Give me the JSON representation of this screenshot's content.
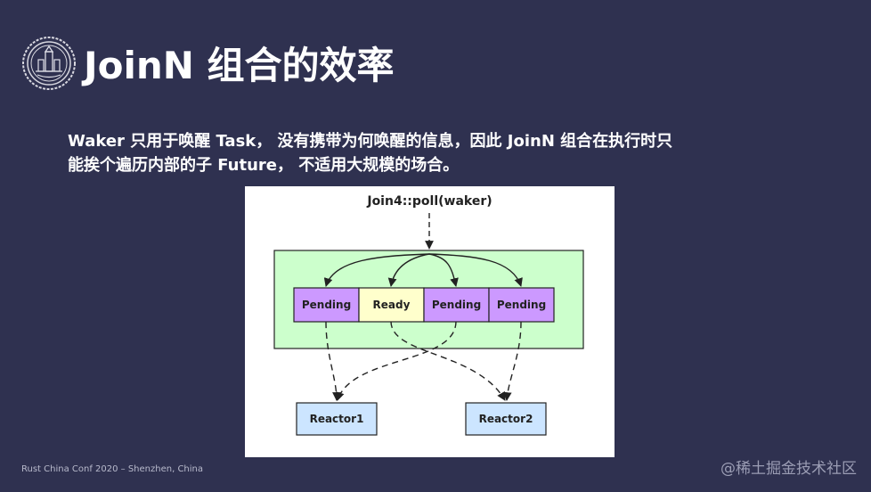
{
  "slide": {
    "title": "JoinN 组合的效率",
    "paragraph_lines": [
      "Waker 只用于唤醒 Task， 没有携带为何唤醒的信息，因此 JoinN 组合在执行时只",
      "能挨个遍历内部的子 Future， 不适用大规模的场合。"
    ],
    "footer": "Rust China Conf 2020 – Shenzhen, China",
    "watermark": "@稀土掘金技术社区",
    "logo_icon": "university-seal-icon"
  },
  "diagram": {
    "top_label": "Join4::poll(waker)",
    "futures": [
      {
        "label": "Pending",
        "state": "pending"
      },
      {
        "label": "Ready",
        "state": "ready"
      },
      {
        "label": "Pending",
        "state": "pending"
      },
      {
        "label": "Pending",
        "state": "pending"
      }
    ],
    "reactors": [
      {
        "label": "Reactor1"
      },
      {
        "label": "Reactor2"
      }
    ],
    "colors": {
      "slide_bg": "#2f3150",
      "group_fill": "#ccffcc",
      "pending_fill": "#cc99ff",
      "ready_fill": "#ffffcc",
      "reactor_fill": "#cce5ff",
      "stroke": "#222222"
    }
  }
}
